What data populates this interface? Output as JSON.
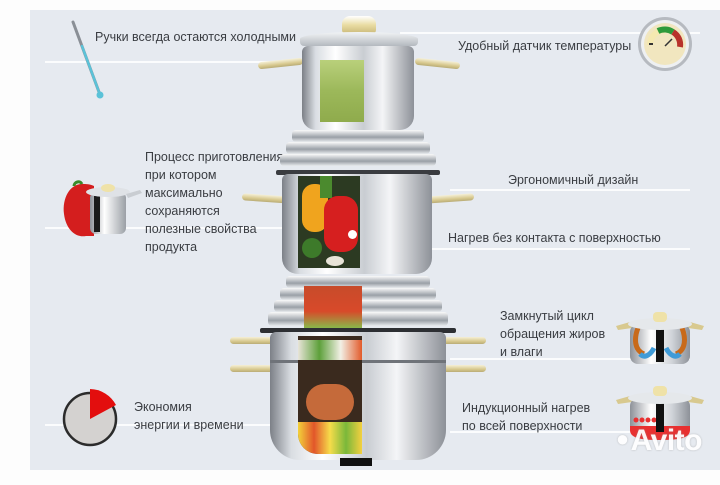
{
  "labels": {
    "handles_cold": "Ручки всегда остаются холодными",
    "temp_sensor": "Удобный датчик температуры",
    "cooking_process": "Процесс приготовления,\nпри котором\nмаксимально\nсохраняются\nполезные свойства\nпродукта",
    "ergonomic": "Эргономичный дизайн",
    "no_contact_heat": "Нагрев без контакта с поверхностью",
    "closed_cycle": "Замкнутый цикл\nобращения жиров\nи влаги",
    "economy": "Экономия\nэнергии и времени",
    "induction": "Индукционный нагрев\nпо всей поверхности"
  },
  "watermark": {
    "text": "Avito"
  },
  "icons": {
    "thermometer": "thermometer-icon",
    "temperature_gauge": "temperature-gauge-icon",
    "pepper_pot": "pepper-pot-icon",
    "circulation_pot": "circulation-pot-icon",
    "induction_pot": "induction-pot-icon",
    "pie_clock": "economy-pie-icon"
  },
  "colors": {
    "panel_bg": "#e6eaf0",
    "text": "#3a3d42",
    "accent_red": "#e01010",
    "gauge_green": "#2e9a3a",
    "gauge_red": "#b8322a",
    "thermo_blue": "#5bc2d8"
  }
}
